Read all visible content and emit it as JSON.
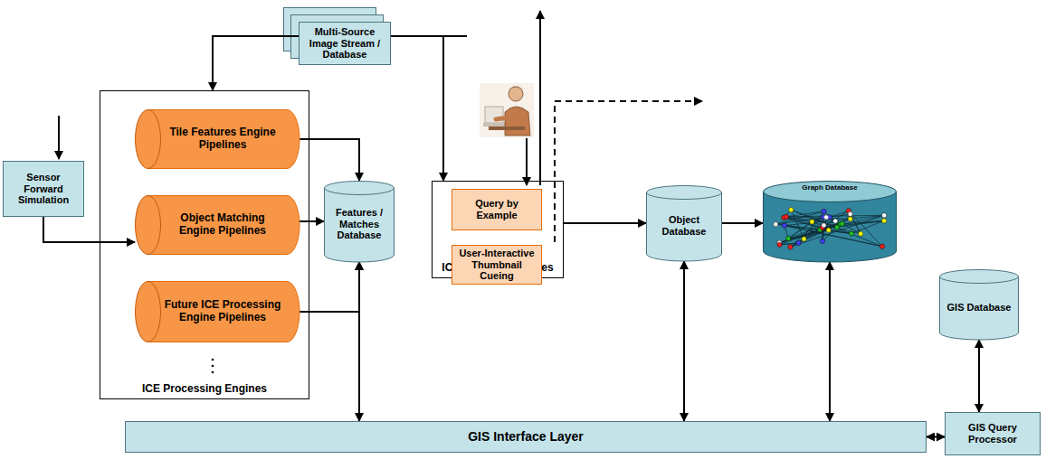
{
  "diagram": {
    "nodes": [
      {
        "text": [
          "Multi-Source Image Stream / Database"
        ]
      },
      {
        "text": [
          "ICE Processing Engines"
        ]
      },
      {
        "text": [
          "Tile Features Engine Pipelines"
        ],
        "in": 1
      },
      {
        "text": [
          "Object Matching Engine Pipelines"
        ],
        "in": 1
      },
      {
        "text": [
          "Future ICE Processing Engine Pipelines"
        ],
        "in": 1
      },
      {
        "text": [
          "Sensor Forward Simulation"
        ]
      },
      {
        "text": [
          "Features / Matches Database"
        ]
      },
      {
        "text": [
          "ICE Search Interfaces"
        ]
      },
      {
        "text": [
          "Query by Example"
        ],
        "in": 7
      },
      {
        "text": [
          "User-Interactive Thumbnail Cueing"
        ],
        "in": 7
      },
      {
        "text": [
          "Object Database"
        ]
      },
      {
        "text": [
          "Graph Database"
        ]
      },
      {
        "text": [
          "GIS Database"
        ]
      },
      {
        "text": [
          "GIS Interface Layer"
        ]
      },
      {
        "text": [
          "GIS Query Processor"
        ]
      }
    ],
    "edges": [
      {
        "from": 0,
        "to": 1,
        "arrow": "to"
      },
      {
        "from": 0,
        "to": 7,
        "arrow": "to"
      },
      {
        "from": 5,
        "to": 3,
        "arrow": "to"
      },
      {
        "from": 2,
        "to": 6,
        "arrow": "to"
      },
      {
        "from": 3,
        "to": 6,
        "arrow": "to"
      },
      {
        "from": 4,
        "to": 6,
        "arrow": "to"
      },
      {
        "from": 6,
        "to": 13,
        "arrow": "both"
      },
      {
        "from": 7,
        "to": 10,
        "arrow": "to"
      },
      {
        "from": 10,
        "to": 11,
        "arrow": "to"
      },
      {
        "from": 10,
        "to": 13,
        "arrow": "both"
      },
      {
        "from": 11,
        "to": 13,
        "arrow": "both"
      },
      {
        "from": 12,
        "to": 14,
        "arrow": "both"
      },
      {
        "from": 13,
        "to": 14,
        "arrow": "both"
      }
    ]
  }
}
